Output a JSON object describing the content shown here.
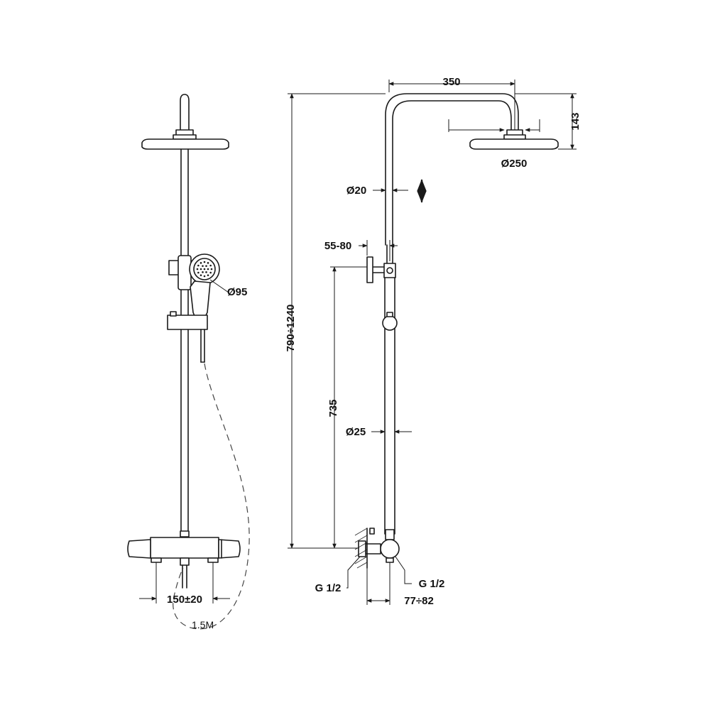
{
  "front_view": {
    "labels": {
      "handshower_diameter": "Ø95",
      "mixer_spacing": "150±20",
      "hose_length": "1.5M"
    }
  },
  "side_view": {
    "labels": {
      "arm_length": "350",
      "head_height": "143",
      "head_diameter": "Ø250",
      "upper_tube_diameter": "Ø20",
      "wall_distance_upper": "55-80",
      "total_height": "790÷1240",
      "lower_height": "735",
      "lower_tube_diameter": "Ø25",
      "inlet_left": "G 1/2",
      "inlet_right": "G 1/2",
      "wall_distance_lower": "77÷82"
    }
  }
}
